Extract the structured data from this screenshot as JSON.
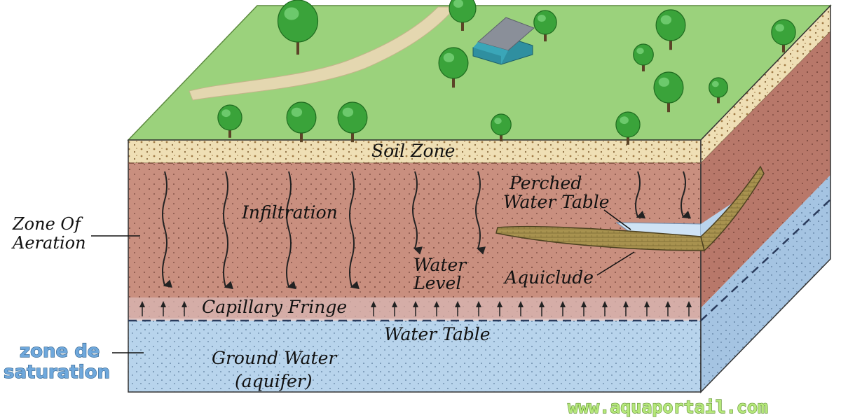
{
  "diagram": {
    "labels": {
      "soil_zone": "Soil Zone",
      "infiltration": "Infiltration",
      "perched_line1": "Perched",
      "perched_line2": "Water Table",
      "water_level_line1": "Water",
      "water_level_line2": "Level",
      "aquiclude": "Aquiclude",
      "capillary_fringe": "Capillary Fringe",
      "water_table": "Water Table",
      "ground_water_line1": "Ground Water",
      "ground_water_line2": "(aquifer)"
    },
    "side_labels": {
      "aeration_line1": "Zone Of",
      "aeration_line2": "Aeration",
      "saturation_line1": "zone de",
      "saturation_line2": "saturation"
    },
    "watermark": "www.aquaportail.com",
    "colors": {
      "surface": "#9bd27c",
      "soil": "#efdfb5",
      "aeration": "#c98f7f",
      "aquifer": "#b8d4ec",
      "aquiclude": "#9a8748",
      "tree": "#3aa33a",
      "house": "#2f8fa0"
    },
    "icons": [
      "tree-icon",
      "house-icon",
      "down-arrow-icon",
      "up-arrow-icon"
    ]
  }
}
